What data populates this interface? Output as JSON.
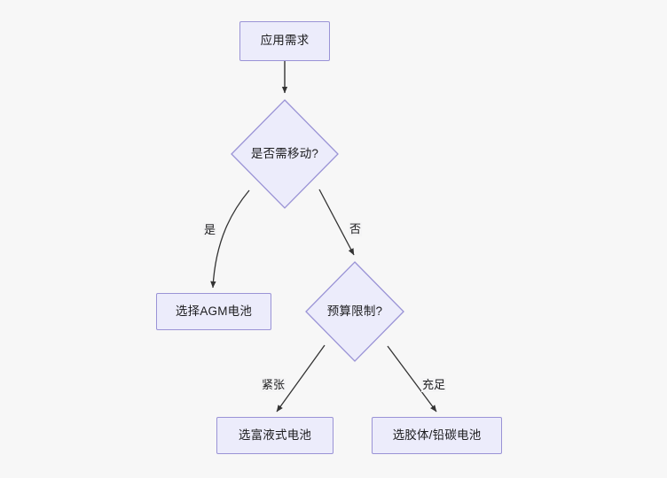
{
  "diagram": {
    "title": "电池选型决策流程图",
    "type": "flowchart",
    "direction": "top-down",
    "background_color": "#f7f7f7",
    "node_fill_color": "#ececfb",
    "node_border_color": "#9a93d6",
    "edge_color": "#333333",
    "nodes": [
      {
        "id": "n1",
        "shape": "rect",
        "label": "应用需求"
      },
      {
        "id": "n2",
        "shape": "diamond",
        "label": "是否需移动?"
      },
      {
        "id": "n3",
        "shape": "rect",
        "label": "选择AGM电池"
      },
      {
        "id": "n4",
        "shape": "diamond",
        "label": "预算限制?"
      },
      {
        "id": "n5",
        "shape": "rect",
        "label": "选富液式电池"
      },
      {
        "id": "n6",
        "shape": "rect",
        "label": "选胶体/铅碳电池"
      }
    ],
    "edges": [
      {
        "from": "n1",
        "to": "n2",
        "label": ""
      },
      {
        "from": "n2",
        "to": "n3",
        "label": "是"
      },
      {
        "from": "n2",
        "to": "n4",
        "label": "否"
      },
      {
        "from": "n4",
        "to": "n5",
        "label": "紧张"
      },
      {
        "from": "n4",
        "to": "n6",
        "label": "充足"
      }
    ]
  }
}
